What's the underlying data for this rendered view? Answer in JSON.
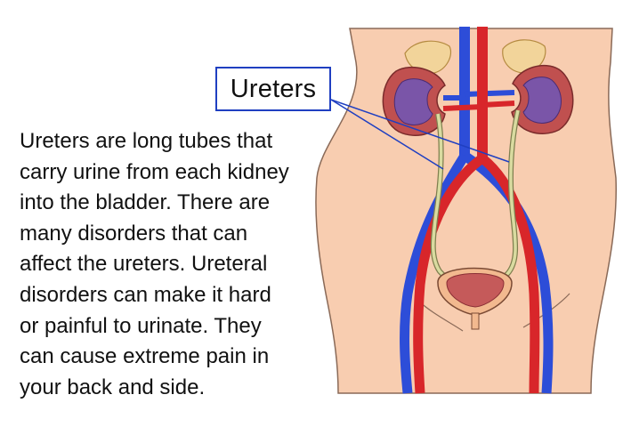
{
  "callout": {
    "label": "Ureters"
  },
  "description": {
    "lines": [
      "Ureters are long tubes that",
      "carry urine from each kidney",
      "into the bladder. There are",
      "many disorders that can",
      "affect the ureters. Ureteral",
      "disorders can make it hard",
      "or painful to urinate. They",
      "can cause extreme pain in",
      "your back and side."
    ]
  },
  "colors": {
    "skin": "#f8cdb0",
    "skin_outline": "#8a6a58",
    "artery": "#d8262a",
    "vein": "#2d4dd8",
    "ureter": "#d9dba0",
    "kidney": "#c0504f",
    "callout_border": "#1f3fc1"
  }
}
